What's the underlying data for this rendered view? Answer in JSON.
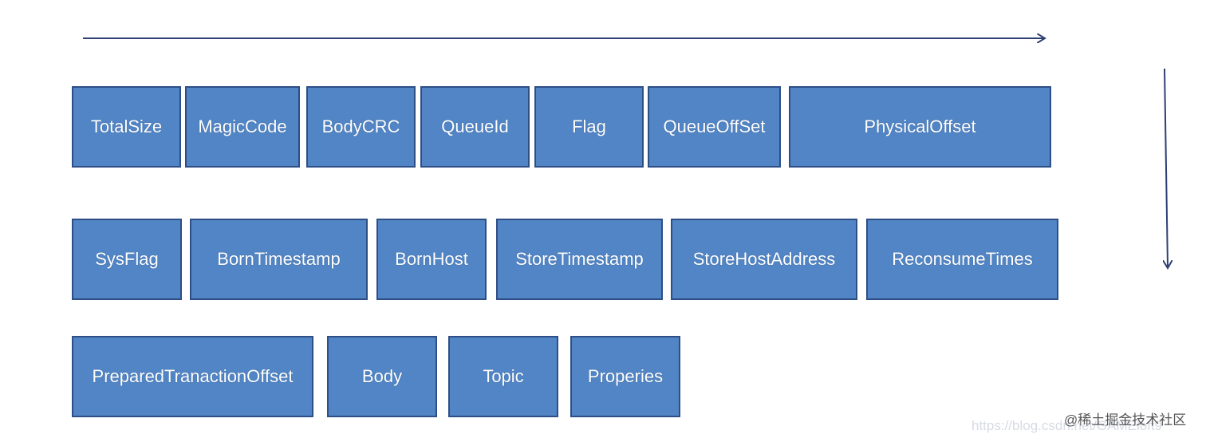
{
  "diagram": {
    "rows": [
      [
        "TotalSize",
        "MagicCode",
        "BodyCRC",
        "QueueId",
        "Flag",
        "QueueOffSet",
        "PhysicalOffset"
      ],
      [
        "SysFlag",
        "BornTimestamp",
        "BornHost",
        "StoreTimestamp",
        "StoreHostAddress",
        "ReconsumeTimes"
      ],
      [
        "PreparedTranactionOffset",
        "Body",
        "Topic",
        "Properies"
      ]
    ],
    "colors": {
      "box_fill": "#5185c5",
      "box_border": "#2e4f86",
      "box_text": "#ffffff",
      "arrow": "#2e3f75"
    }
  },
  "watermark": {
    "url": "https://blog.csdn.net/GAMEloft9",
    "brand": "@稀土掘金技术社区"
  }
}
